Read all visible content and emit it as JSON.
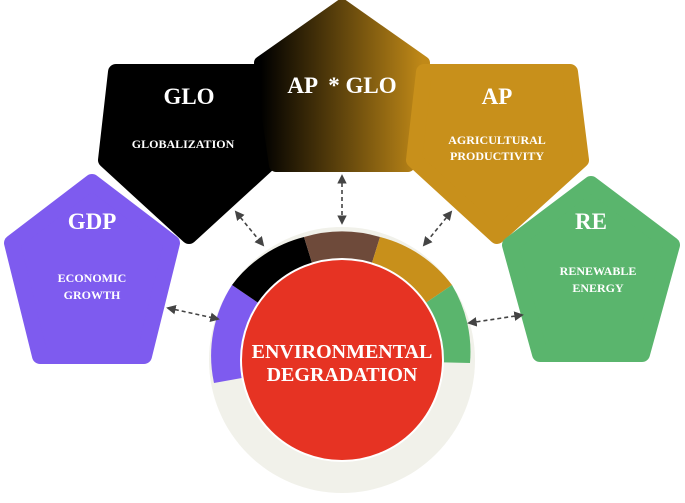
{
  "center": {
    "line1": "ENVIRONMENTAL",
    "line2": "DEGRADATION"
  },
  "nodes": {
    "gdp": {
      "abbr": "GDP",
      "line1": "ECONOMIC",
      "line2": "GROWTH",
      "color": "#7e5bef"
    },
    "glo": {
      "abbr": "GLO",
      "line1": "GLOBALIZATION",
      "line2": "",
      "color": "#000000"
    },
    "apglo": {
      "abbr": "AP  * GLO",
      "color_start": "#000000",
      "color_end": "#c08918"
    },
    "ap": {
      "abbr": "AP",
      "line1": "AGRICULTURAL",
      "line2": "PRODUCTIVITY",
      "color": "#c8901b"
    },
    "re": {
      "abbr": "RE",
      "line1": "RENEWABLE",
      "line2": "ENERGY",
      "color": "#5ab56d"
    }
  },
  "ring_colors": {
    "gdp": "#7e5bef",
    "glo": "#000000",
    "apglo": "#6e4a3a",
    "ap": "#c8901b",
    "re": "#5ab56d",
    "base": "#f1f1ea",
    "center": "#e63323",
    "text": "#ffffff"
  }
}
